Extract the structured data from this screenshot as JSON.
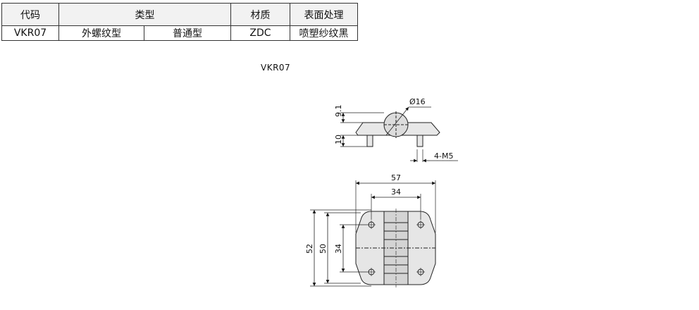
{
  "table": {
    "headers": {
      "code": "代码",
      "type": "类型",
      "material": "材质",
      "finish": "表面处理"
    },
    "row": {
      "code": "VKR07",
      "type_a": "外螺纹型",
      "type_b": "普通型",
      "material": "ZDC",
      "finish": "喷塑纱纹黑"
    }
  },
  "drawing": {
    "caption": "VKR07",
    "dims": {
      "diameter": "Ø16",
      "height_top": "9.1",
      "height_base": "10",
      "thread": "4-M5",
      "width_total": "57",
      "width_inner": "34",
      "height_total": "52",
      "height_mid": "50",
      "height_inner": "34"
    }
  }
}
